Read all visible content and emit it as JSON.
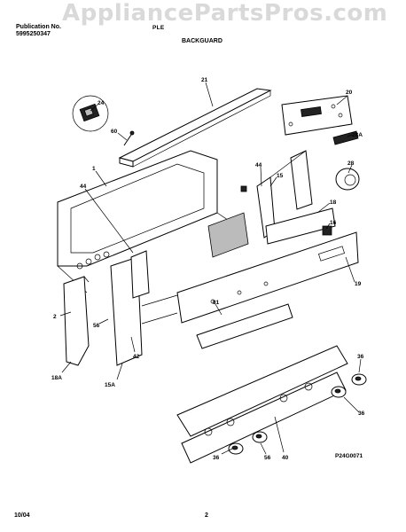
{
  "watermark": "AppliancePartsPros.com",
  "header": {
    "publication_label": "Publication No.",
    "publication_number": "5995250347",
    "models": "PLE",
    "section_title": "BACKGUARD"
  },
  "footer": {
    "date": "10/04",
    "page": "2"
  },
  "figure_code": "P24G0071",
  "callouts": [
    {
      "id": "c21",
      "text": "21"
    },
    {
      "id": "c24",
      "text": "24"
    },
    {
      "id": "c20",
      "text": "20"
    },
    {
      "id": "c60",
      "text": "60"
    },
    {
      "id": "c28a",
      "text": "28A"
    },
    {
      "id": "c1",
      "text": "1"
    },
    {
      "id": "c28",
      "text": "28"
    },
    {
      "id": "c44a",
      "text": "44"
    },
    {
      "id": "c44b",
      "text": "44"
    },
    {
      "id": "c15",
      "text": "15"
    },
    {
      "id": "c18",
      "text": "18"
    },
    {
      "id": "c16",
      "text": "16"
    },
    {
      "id": "c19",
      "text": "19"
    },
    {
      "id": "c2",
      "text": "2"
    },
    {
      "id": "c56a",
      "text": "56"
    },
    {
      "id": "c81",
      "text": "81"
    },
    {
      "id": "c42",
      "text": "42"
    },
    {
      "id": "c18a",
      "text": "18A"
    },
    {
      "id": "c15a",
      "text": "15A"
    },
    {
      "id": "c36a",
      "text": "36"
    },
    {
      "id": "c36b",
      "text": "36"
    },
    {
      "id": "c36c",
      "text": "36"
    },
    {
      "id": "c56b",
      "text": "56"
    },
    {
      "id": "c40",
      "text": "40"
    }
  ]
}
